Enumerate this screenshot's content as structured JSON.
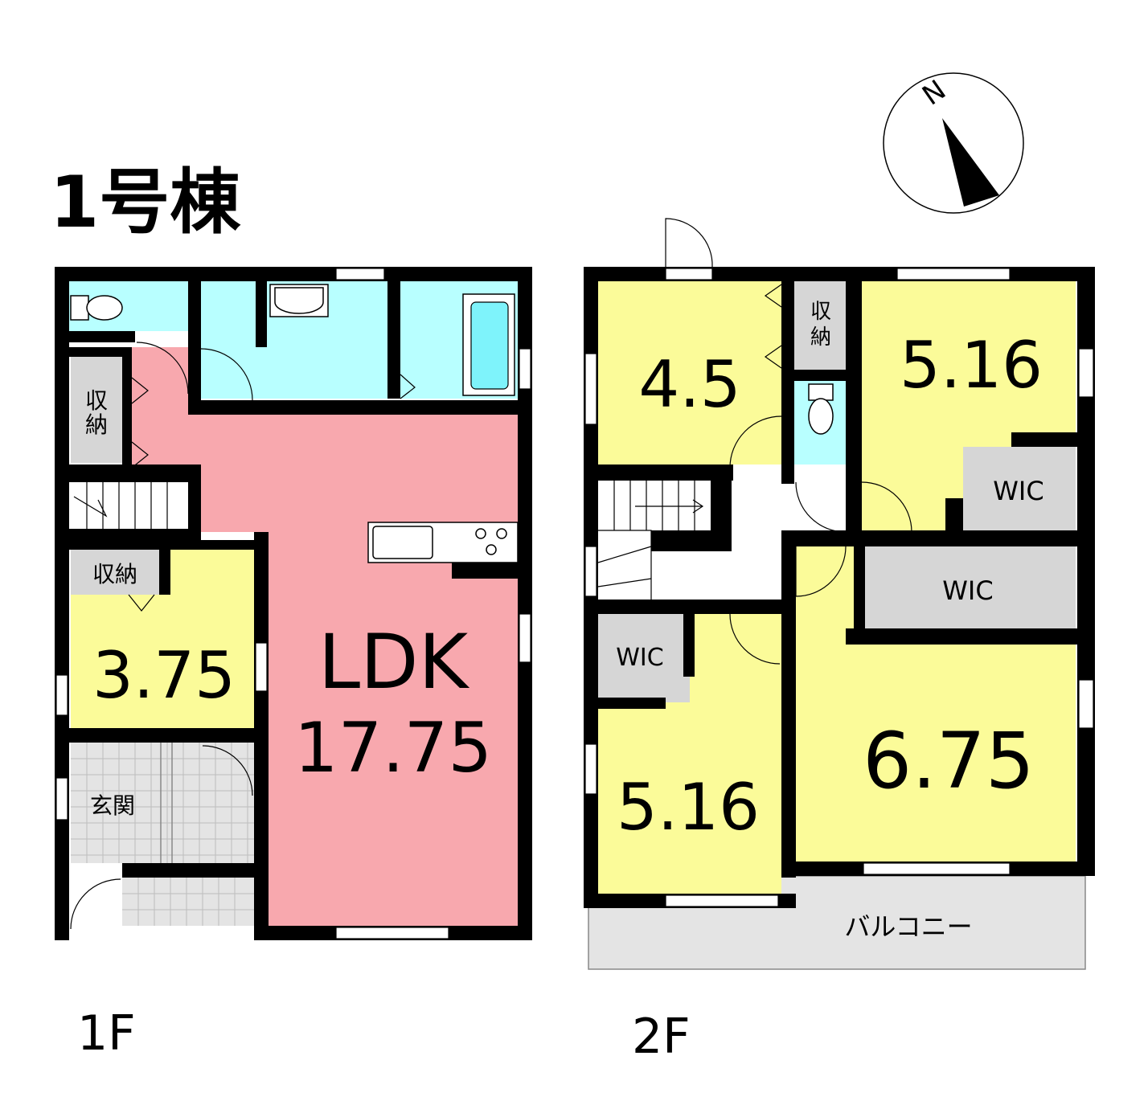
{
  "title": "1号棟",
  "floors": [
    {
      "label": "1F",
      "rooms": [
        {
          "name": "LDK",
          "area": "17.75",
          "color": "#f8a8ae"
        },
        {
          "name": "",
          "area": "3.75",
          "color": "#fbfb99"
        },
        {
          "name": "収納",
          "area": "",
          "color": "#d6d6d6"
        },
        {
          "name": "収納",
          "area": "",
          "color": "#d6d6d6"
        },
        {
          "name": "玄関",
          "area": "",
          "color": "#e4e4e4"
        }
      ],
      "wet_area_color": "#b8ffff"
    },
    {
      "label": "2F",
      "rooms": [
        {
          "name": "",
          "area": "4.5",
          "color": "#fbfb99"
        },
        {
          "name": "",
          "area": "5.16",
          "color": "#fbfb99"
        },
        {
          "name": "",
          "area": "5.16",
          "color": "#fbfb99"
        },
        {
          "name": "",
          "area": "6.75",
          "color": "#fbfb99"
        },
        {
          "name": "収納",
          "area": "",
          "color": "#d6d6d6"
        },
        {
          "name": "WIC",
          "area": "",
          "color": "#d6d6d6"
        },
        {
          "name": "WIC",
          "area": "",
          "color": "#d6d6d6"
        },
        {
          "name": "WIC",
          "area": "",
          "color": "#d6d6d6"
        },
        {
          "name": "バルコニー",
          "area": "",
          "color": "#e4e4e4"
        }
      ]
    }
  ],
  "compass": {
    "label": "N"
  }
}
